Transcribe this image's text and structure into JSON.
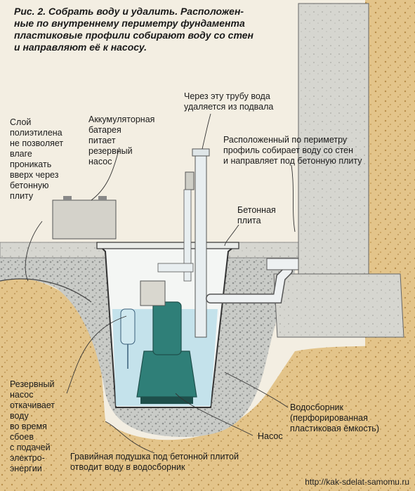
{
  "caption": "Рис. 2. Собрать воду и удалить. Расположен-\nные по внутреннему периметру фундамента\nпластиковые профили собирают воду со стен\nи направляют её к насосу.",
  "labels": {
    "pipe": "Через эту трубу вода\nудаляется из подвала",
    "battery": "Аккумуляторная\nбатарея\nпитает\nрезервный\nнасос",
    "polyethylene": "Слой\nполиэтилена\nне позволяет\nвлаге\nпроникать\nвверх через\nбетонную\nплиту",
    "profile": "Расположенный по периметру\nпрофиль собирает воду со стен\nи направляет под бетонную плиту",
    "slab": "Бетонная\nплита",
    "backup_pump": "Резервный\nнасос\nоткачивает\nводу\nво время\nсбоев\nс подачей\nэлектро-\nэнергии",
    "sump": "Водосборник\n(перфорированная\nпластиковая ёмкость)",
    "pump": "Насос",
    "gravel": "Гравийная подушка под бетонной плитой\nотводит воду в водосборник"
  },
  "footer": "http://kak-sdelat-samomu.ru",
  "colors": {
    "background": "#f3eee2",
    "soil": "#e3c48a",
    "gravel": "#c9cbc7",
    "concrete": "#d6d6d0",
    "water": "#bfe0ea",
    "pump": "#2f7f78",
    "pipe": "#e8eef0"
  }
}
